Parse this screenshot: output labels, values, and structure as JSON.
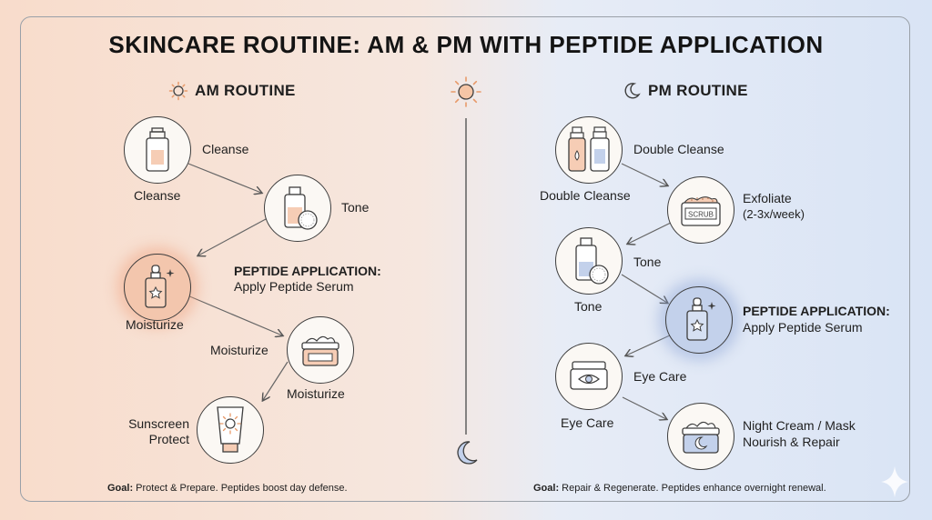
{
  "title": "SKINCARE ROUTINE: AM & PM WITH PEPTIDE APPLICATION",
  "am": {
    "heading": "AM ROUTINE",
    "steps": {
      "cleanse_label": "Cleanse",
      "cleanse_caption": "Cleanse",
      "tone_label": "Tone",
      "peptide_title": "PEPTIDE APPLICATION:",
      "peptide_sub": "Apply Peptide Serum",
      "peptide_caption": "Moisturize",
      "moisturize_label": "Moisturize",
      "moisturize_caption": "Moisturize",
      "sunscreen_label": "Sunscreen",
      "sunscreen_sub": "Protect"
    },
    "goal_prefix": "Goal:",
    "goal_text": " Protect & Prepare. Peptides boost day defense."
  },
  "pm": {
    "heading": "PM ROUTINE",
    "steps": {
      "double_cleanse_label": "Double Cleanse",
      "double_cleanse_caption": "Double Cleanse",
      "exfoliate_label": "Exfoliate",
      "exfoliate_sub": "(2-3x/week)",
      "scrub_text": "SCRUB",
      "tone_label": "Tone",
      "tone_caption": "Tone",
      "peptide_title": "PEPTIDE APPLICATION:",
      "peptide_sub": "Apply Peptide Serum",
      "eye_label": "Eye Care",
      "eye_caption": "Eye Care",
      "night_label": "Night Cream / Mask",
      "night_sub": "Nourish & Repair"
    },
    "goal_prefix": "Goal:",
    "goal_text": " Repair & Regenerate. Peptides enhance overnight renewal."
  },
  "colors": {
    "am_accent": "#f3c6ad",
    "pm_accent": "#c3d1eb",
    "sun": "#e89a6a",
    "moon": "#7d93c4",
    "stroke": "#3e3e3e"
  }
}
